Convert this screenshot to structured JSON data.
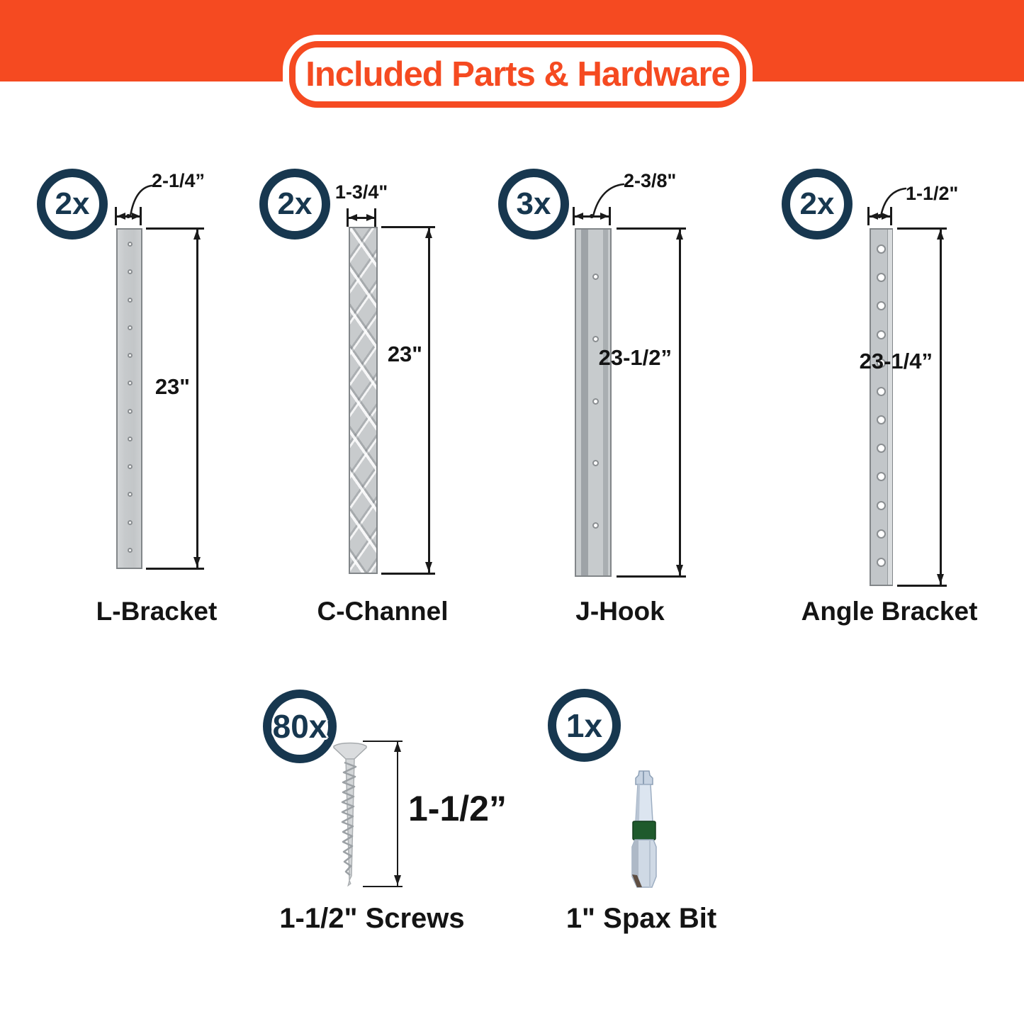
{
  "title": "Included Parts & Hardware",
  "colors": {
    "accent_orange": "#F54A21",
    "badge_navy": "#17374F",
    "text_dark": "#141414",
    "metal_gray": "#C9CCCE",
    "bit_band_green": "#1F5A2C"
  },
  "parts": [
    {
      "qty": "2x",
      "width": "2-1/4”",
      "height": "23\"",
      "name": "L-Bracket",
      "holes": 12
    },
    {
      "qty": "2x",
      "width": "1-3/4\"",
      "height": "23\"",
      "name": "C-Channel",
      "holes": 0
    },
    {
      "qty": "3x",
      "width": "2-3/8\"",
      "height": "23-1/2”",
      "name": "J-Hook",
      "holes": 5
    },
    {
      "qty": "2x",
      "width": "1-1/2\"",
      "height": "23-1/4”",
      "name": "Angle Bracket",
      "holes": 12
    }
  ],
  "hardware": [
    {
      "qty": "80x",
      "length": "1-1/2”",
      "name": "1-1/2\" Screws"
    },
    {
      "qty": "1x",
      "name": "1\" Spax Bit"
    }
  ]
}
